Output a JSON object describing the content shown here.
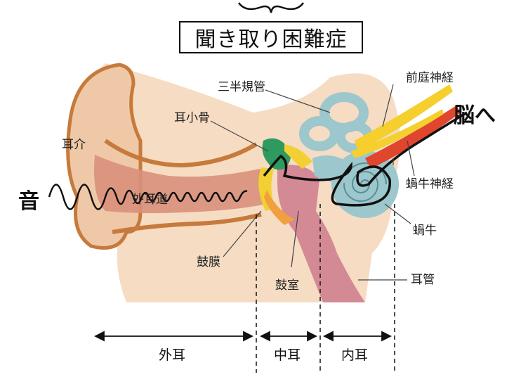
{
  "title": "聞き取り困難症",
  "labels": {
    "pinna": "耳介",
    "ear_canal": "外耳道",
    "ossicles": "耳小骨",
    "semicircular_canals": "三半規管",
    "vestibular_nerve": "前庭神経",
    "cochlear_nerve": "蝸牛神経",
    "cochlea": "蝸牛",
    "eardrum": "鼓膜",
    "tympanic_cavity": "鼓室",
    "eustachian_tube": "耳管"
  },
  "sound": "音",
  "to_brain": "脳へ",
  "sections": {
    "outer_ear": "外耳",
    "middle_ear": "中耳",
    "inner_ear": "内耳"
  },
  "colors": {
    "skin": "#f6dcc3",
    "skin_dark": "#efc9a7",
    "outline": "#c67a3c",
    "canal": "#d9907b",
    "labyrinth": "#9cc7cc",
    "tube": "#d48a95",
    "ossicle_green": "#2e9a5e",
    "eardrum_yellow": "#f2d033",
    "nerve_red": "#e0452e",
    "nerve_yellow": "#f5cf2e"
  }
}
